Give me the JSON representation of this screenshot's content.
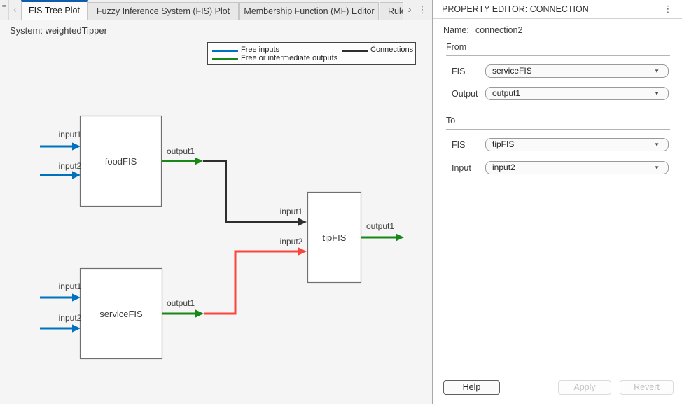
{
  "icons": {
    "grip": "≡",
    "prev": "‹",
    "next": "›",
    "overflow": "⋮",
    "caret": "▼"
  },
  "tabs": {
    "items": [
      {
        "label": "FIS Tree Plot",
        "active": true
      },
      {
        "label": "Fuzzy Inference System (FIS) Plot",
        "active": false
      },
      {
        "label": "Membership Function (MF) Editor",
        "active": false
      },
      {
        "label": "Rule",
        "active": false,
        "truncated": true
      }
    ]
  },
  "canvas": {
    "system_label": "System: weightedTipper",
    "legend": {
      "items": [
        {
          "label": "Free inputs",
          "color": "#0072BD"
        },
        {
          "label": "Free or intermediate outputs",
          "color": "#178717"
        },
        {
          "label": "Connections",
          "color": "#2e2e2e"
        }
      ]
    }
  },
  "diagram": {
    "blocks": {
      "food": {
        "label": "foodFIS"
      },
      "service": {
        "label": "serviceFIS"
      },
      "tip": {
        "label": "tipFIS"
      }
    },
    "labels": {
      "food_in1": "input1",
      "food_in2": "input2",
      "food_out": "output1",
      "service_in1": "input1",
      "service_in2": "input2",
      "service_out": "output1",
      "tip_in1": "input1",
      "tip_in2": "input2",
      "tip_out": "output1"
    },
    "colors": {
      "free_input": "#0072BD",
      "output": "#178717",
      "connection": "#2e2e2e",
      "selected_connection": "#fa453c",
      "block_fill": "#ffffff",
      "block_stroke": "#6f6f6f"
    }
  },
  "property_editor": {
    "title": "PROPERTY EDITOR: CONNECTION",
    "name_label": "Name:",
    "name_value": "connection2",
    "from_section": {
      "title": "From",
      "fields": [
        {
          "label": "FIS",
          "value": "serviceFIS"
        },
        {
          "label": "Output",
          "value": "output1"
        }
      ]
    },
    "to_section": {
      "title": "To",
      "fields": [
        {
          "label": "FIS",
          "value": "tipFIS"
        },
        {
          "label": "Input",
          "value": "input2"
        }
      ]
    },
    "buttons": {
      "help": "Help",
      "apply": "Apply",
      "revert": "Revert"
    }
  }
}
